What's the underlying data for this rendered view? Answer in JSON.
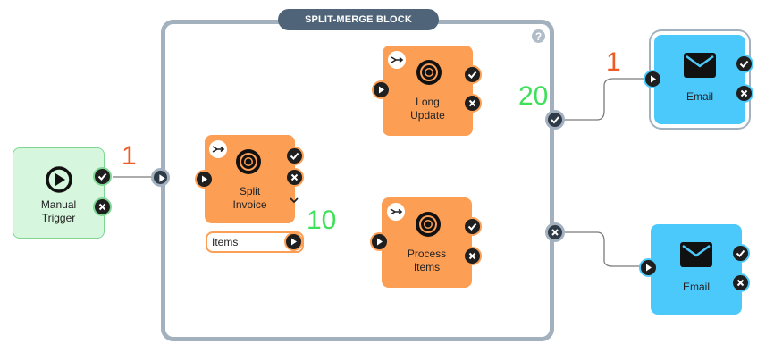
{
  "block": {
    "title": "SPLIT-MERGE BLOCK",
    "help": "?"
  },
  "nodes": {
    "manual_trigger": {
      "label_line1": "Manual",
      "label_line2": "Trigger"
    },
    "split_invoice": {
      "label_line1": "Split",
      "label_line2": "Invoice",
      "field": "Items"
    },
    "long_update": {
      "label_line1": "Long",
      "label_line2": "Update"
    },
    "process_items": {
      "label_line1": "Process",
      "label_line2": "Items"
    },
    "email_top": {
      "label": "Email"
    },
    "email_bottom": {
      "label": "Email"
    }
  },
  "counts": {
    "trigger_success": "1",
    "items_output": "10",
    "merge_success": "20",
    "email_top_in": "1"
  },
  "colors": {
    "action_node": "#fd9e55",
    "trigger_node": "#d6f7dd",
    "email_node": "#4cc9fb",
    "block_border": "#a3b1bf",
    "count_red": "#ef5b25",
    "count_green": "#3ee05a"
  },
  "icons": [
    "play-icon",
    "check-icon",
    "close-icon",
    "target-icon",
    "split-icon",
    "envelope-icon",
    "chevron-down-icon",
    "help-icon"
  ]
}
